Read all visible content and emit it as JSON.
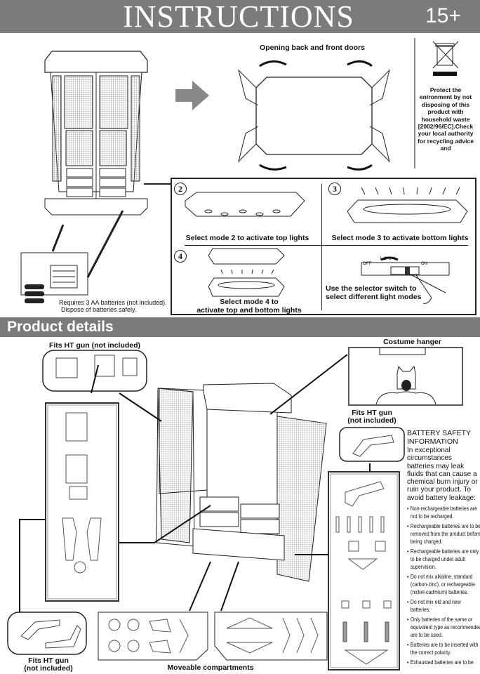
{
  "header": {
    "title": "INSTRUCTIONS",
    "age_rating": "15+"
  },
  "top": {
    "doors_caption": "Opening back and front doors",
    "recycling": {
      "icon": "crossed-out-wheelie-bin-icon",
      "text": "Protect the enironment by not disposing of this product with household waste [2002/96/EC].Check your local authority for recycling advice and"
    },
    "battery_note": [
      "Requires 3 AA batteries (not included).",
      "Dispose of batteries safely."
    ]
  },
  "modes": [
    {
      "number": "2",
      "caption": "Select mode 2 to activate top lights"
    },
    {
      "number": "3",
      "caption": "Select mode 3 to activate bottom lights"
    },
    {
      "number": "4",
      "caption_lines": [
        "Select mode 4 to",
        "activate top and bottom lights"
      ]
    },
    {
      "caption_lines": [
        "Use the selector switch to",
        "select different light modes"
      ],
      "switch": {
        "off_label": "OFF",
        "on_label": "ON",
        "positions": [
          "1",
          "2",
          "3",
          "4"
        ],
        "selected": "3"
      }
    }
  ],
  "product_details": {
    "title": "Product details",
    "labels": {
      "gun_top": "Fits HT gun (not included)",
      "costume_hanger": "Costume hanger",
      "gun_right": [
        "Fits HT gun",
        "(not included)"
      ],
      "gun_bottom": [
        "Fits HT gun",
        "(not included)"
      ],
      "compartments": "Moveable compartments"
    }
  },
  "battery_safety": {
    "title_lines": [
      "BATTERY SAFETY",
      "INFORMATION"
    ],
    "intro": "In exceptional circumstances batteries may leak fluids that can cause a chemical burn injury or ruin your product. To avoid battery leakage:",
    "items": [
      "Non-rechargeable batteries are not to be recharged.",
      "Rechargeable batteries are to be removed from the product before being charged.",
      "Rechargeable batteries are only to be charged under adult supervision.",
      "Do not mix alkaline, standard (carbon-zinc), or rechargeable (nickel-cadmium) batteries.",
      "Do not mix old and new batteries.",
      "Only batteries of the same or equivalent type as recommended are to be used.",
      "Batteries are to be inserted with the correct polarity.",
      "Exhausted batteries are to be"
    ]
  }
}
